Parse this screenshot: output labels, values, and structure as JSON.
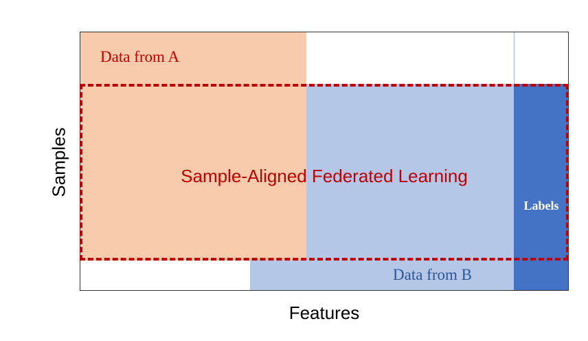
{
  "diagram": {
    "title": "Sample-Aligned Federated Learning",
    "region_a_label": "Data from A",
    "region_b_label": "Data from B",
    "labels_label": "Labels",
    "x_axis_label": "Features",
    "y_axis_label": "Samples"
  },
  "colors": {
    "party_a": "#f8cbad",
    "party_b": "#b4c7e7",
    "labels": "#4472c4",
    "highlight": "#c00000"
  }
}
